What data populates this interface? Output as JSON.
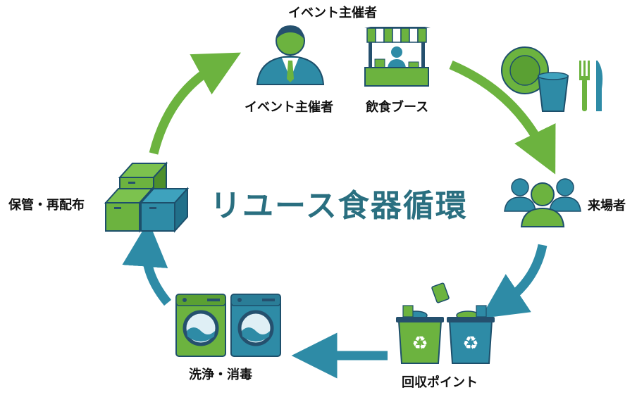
{
  "diagram": {
    "title": "リユース食器循環",
    "labels": {
      "top_header": "イベント主催者",
      "organizer": "イベント主催者",
      "food_booth": "飲食ブース",
      "visitors": "来場者",
      "collection": "回収ポイント",
      "washing": "洗浄・消毒",
      "storage": "保管・再配布"
    },
    "colors": {
      "green": "#6cb33f",
      "teal": "#2e8ba6",
      "dark_teal": "#2a6f80",
      "navy": "#25506e"
    },
    "icons": [
      "businessman-icon",
      "food-stall-icon",
      "tableware-icon",
      "people-group-icon",
      "recycle-bins-icon",
      "washing-machines-icon",
      "stacked-boxes-icon"
    ]
  }
}
